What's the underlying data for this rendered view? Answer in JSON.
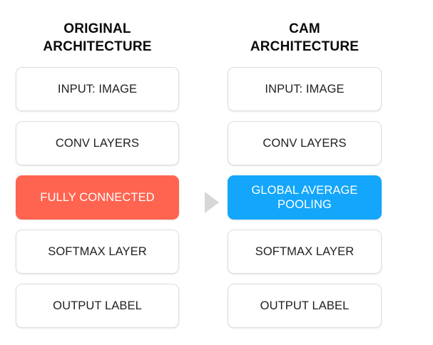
{
  "diagram": {
    "background_color": "#ffffff",
    "connector": {
      "icon": "triangle-right-icon",
      "color": "#d7d7d7"
    },
    "columns": [
      {
        "id": "original",
        "title": "ORIGINAL\nARCHITECTURE",
        "nodes": [
          {
            "label": "INPUT: IMAGE",
            "style": "plain"
          },
          {
            "label": "CONV LAYERS",
            "style": "plain"
          },
          {
            "label": "FULLY CONNECTED",
            "style": "highlight-red"
          },
          {
            "label": "SOFTMAX LAYER",
            "style": "plain"
          },
          {
            "label": "OUTPUT LABEL",
            "style": "plain"
          }
        ]
      },
      {
        "id": "cam",
        "title": "CAM\nARCHITECTURE",
        "nodes": [
          {
            "label": "INPUT: IMAGE",
            "style": "plain"
          },
          {
            "label": "CONV LAYERS",
            "style": "plain"
          },
          {
            "label": "GLOBAL AVERAGE\nPOOLING",
            "style": "highlight-blue"
          },
          {
            "label": "SOFTMAX LAYER",
            "style": "plain"
          },
          {
            "label": "OUTPUT LABEL",
            "style": "plain"
          }
        ]
      }
    ],
    "colors": {
      "highlight_red": "#ff6450",
      "highlight_blue": "#13a6fb",
      "node_border": "#dededf",
      "node_text": "#212121",
      "title_text": "#0a0a0a",
      "arrow": "#d7d7d7"
    }
  }
}
